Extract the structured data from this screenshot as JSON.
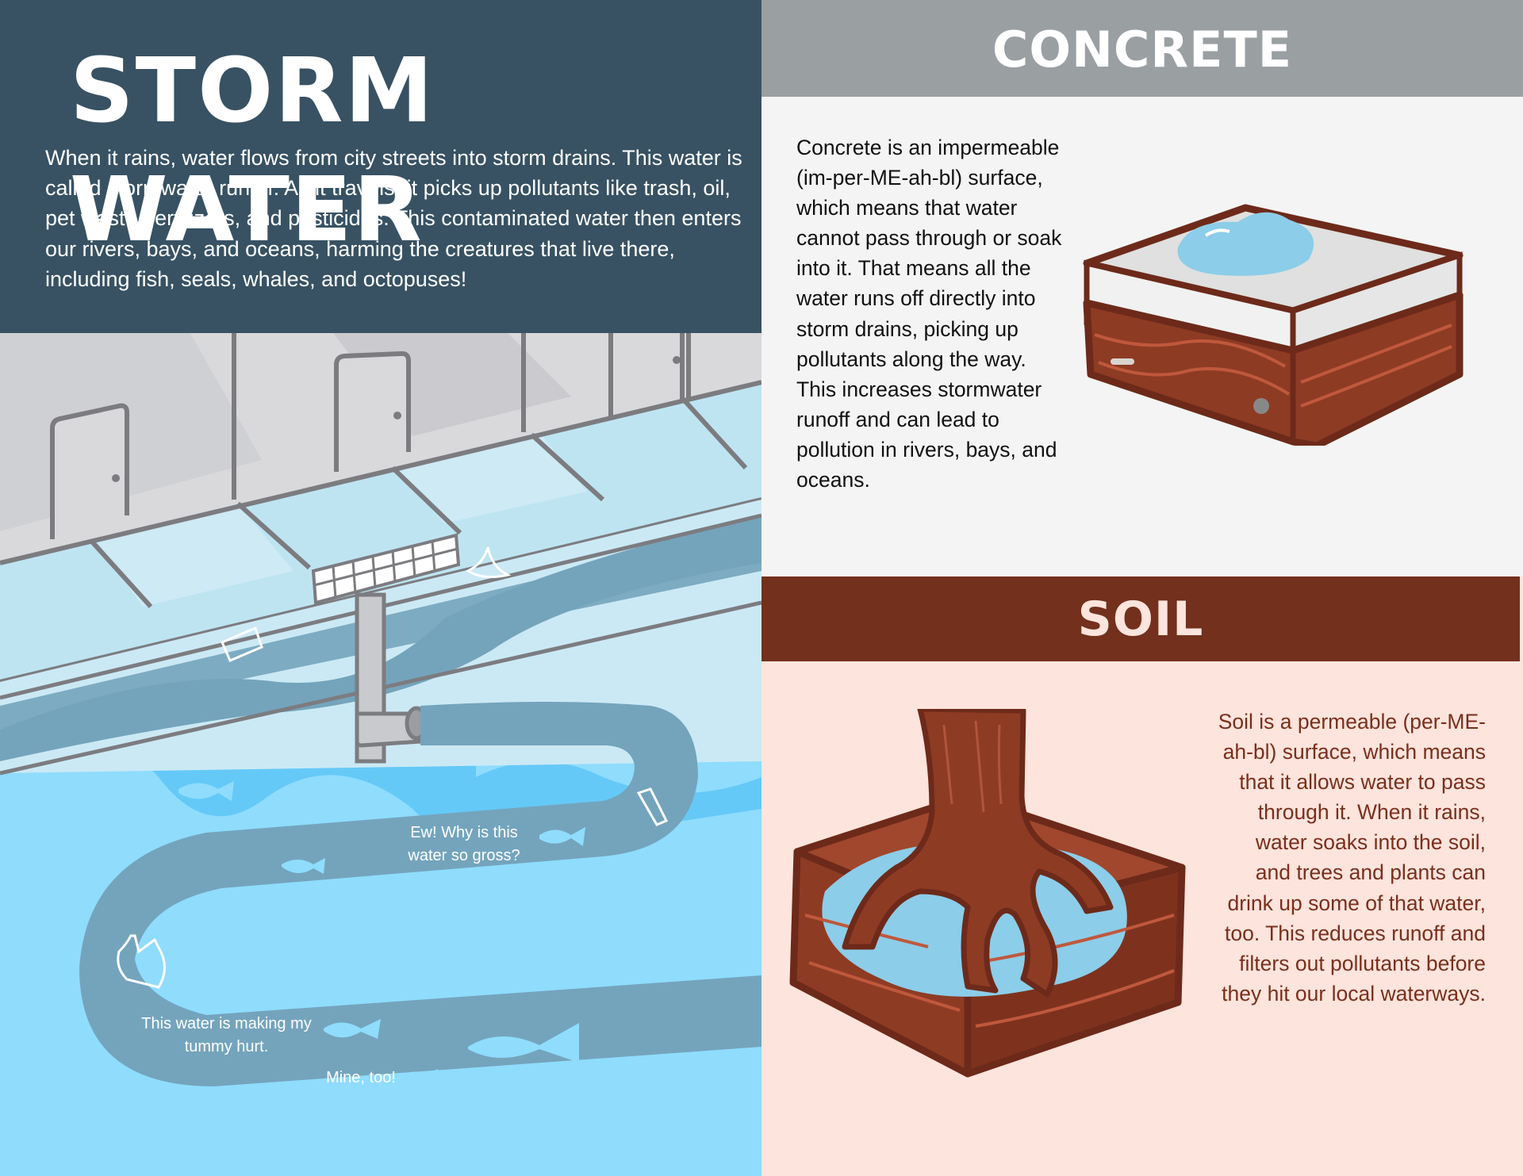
{
  "storm_water": {
    "title": "STORM WATER",
    "body": "When it rains, water flows from city streets into storm drains. This water is called stormwater runoff. As it travels, it picks up pollutants like trash, oil, pet waste, fertilizers, and pesticides. This contaminated water then enters our rivers, bays, and oceans, harming the creatures that live there, including fish, seals, whales, and octopuses!"
  },
  "scene": {
    "bubble_1": "Ew! Why is this water so gross?",
    "bubble_2": "This water is making my tummy hurt.",
    "bubble_3": "Mine, too!"
  },
  "concrete": {
    "title": "CONCRETE",
    "body": "Concrete is an impermeable (im-per-ME-ah-bl) surface, which means that water cannot pass through or soak into it. That means all the water runs off directly into storm drains, picking up pollutants along the way. This increases stormwater runoff and can lead to pollution in rivers, bays, and oceans."
  },
  "soil": {
    "title": "SOIL",
    "body": "Soil is a permeable (per-ME-ah-bl) surface, which means that it allows water to pass through it. When it rains, water soaks into the soil, and trees and plants can drink up some of that water, too. This reduces runoff and filters out pollutants before they hit our local waterways."
  },
  "colors": {
    "header_navy": "#385263",
    "concrete_gray": "#9a9fa2",
    "soil_brown": "#73301d",
    "soil_panel_pink": "#fde4dc",
    "water_blue": "#65c9f7",
    "runoff_blue": "#74a4bc"
  }
}
